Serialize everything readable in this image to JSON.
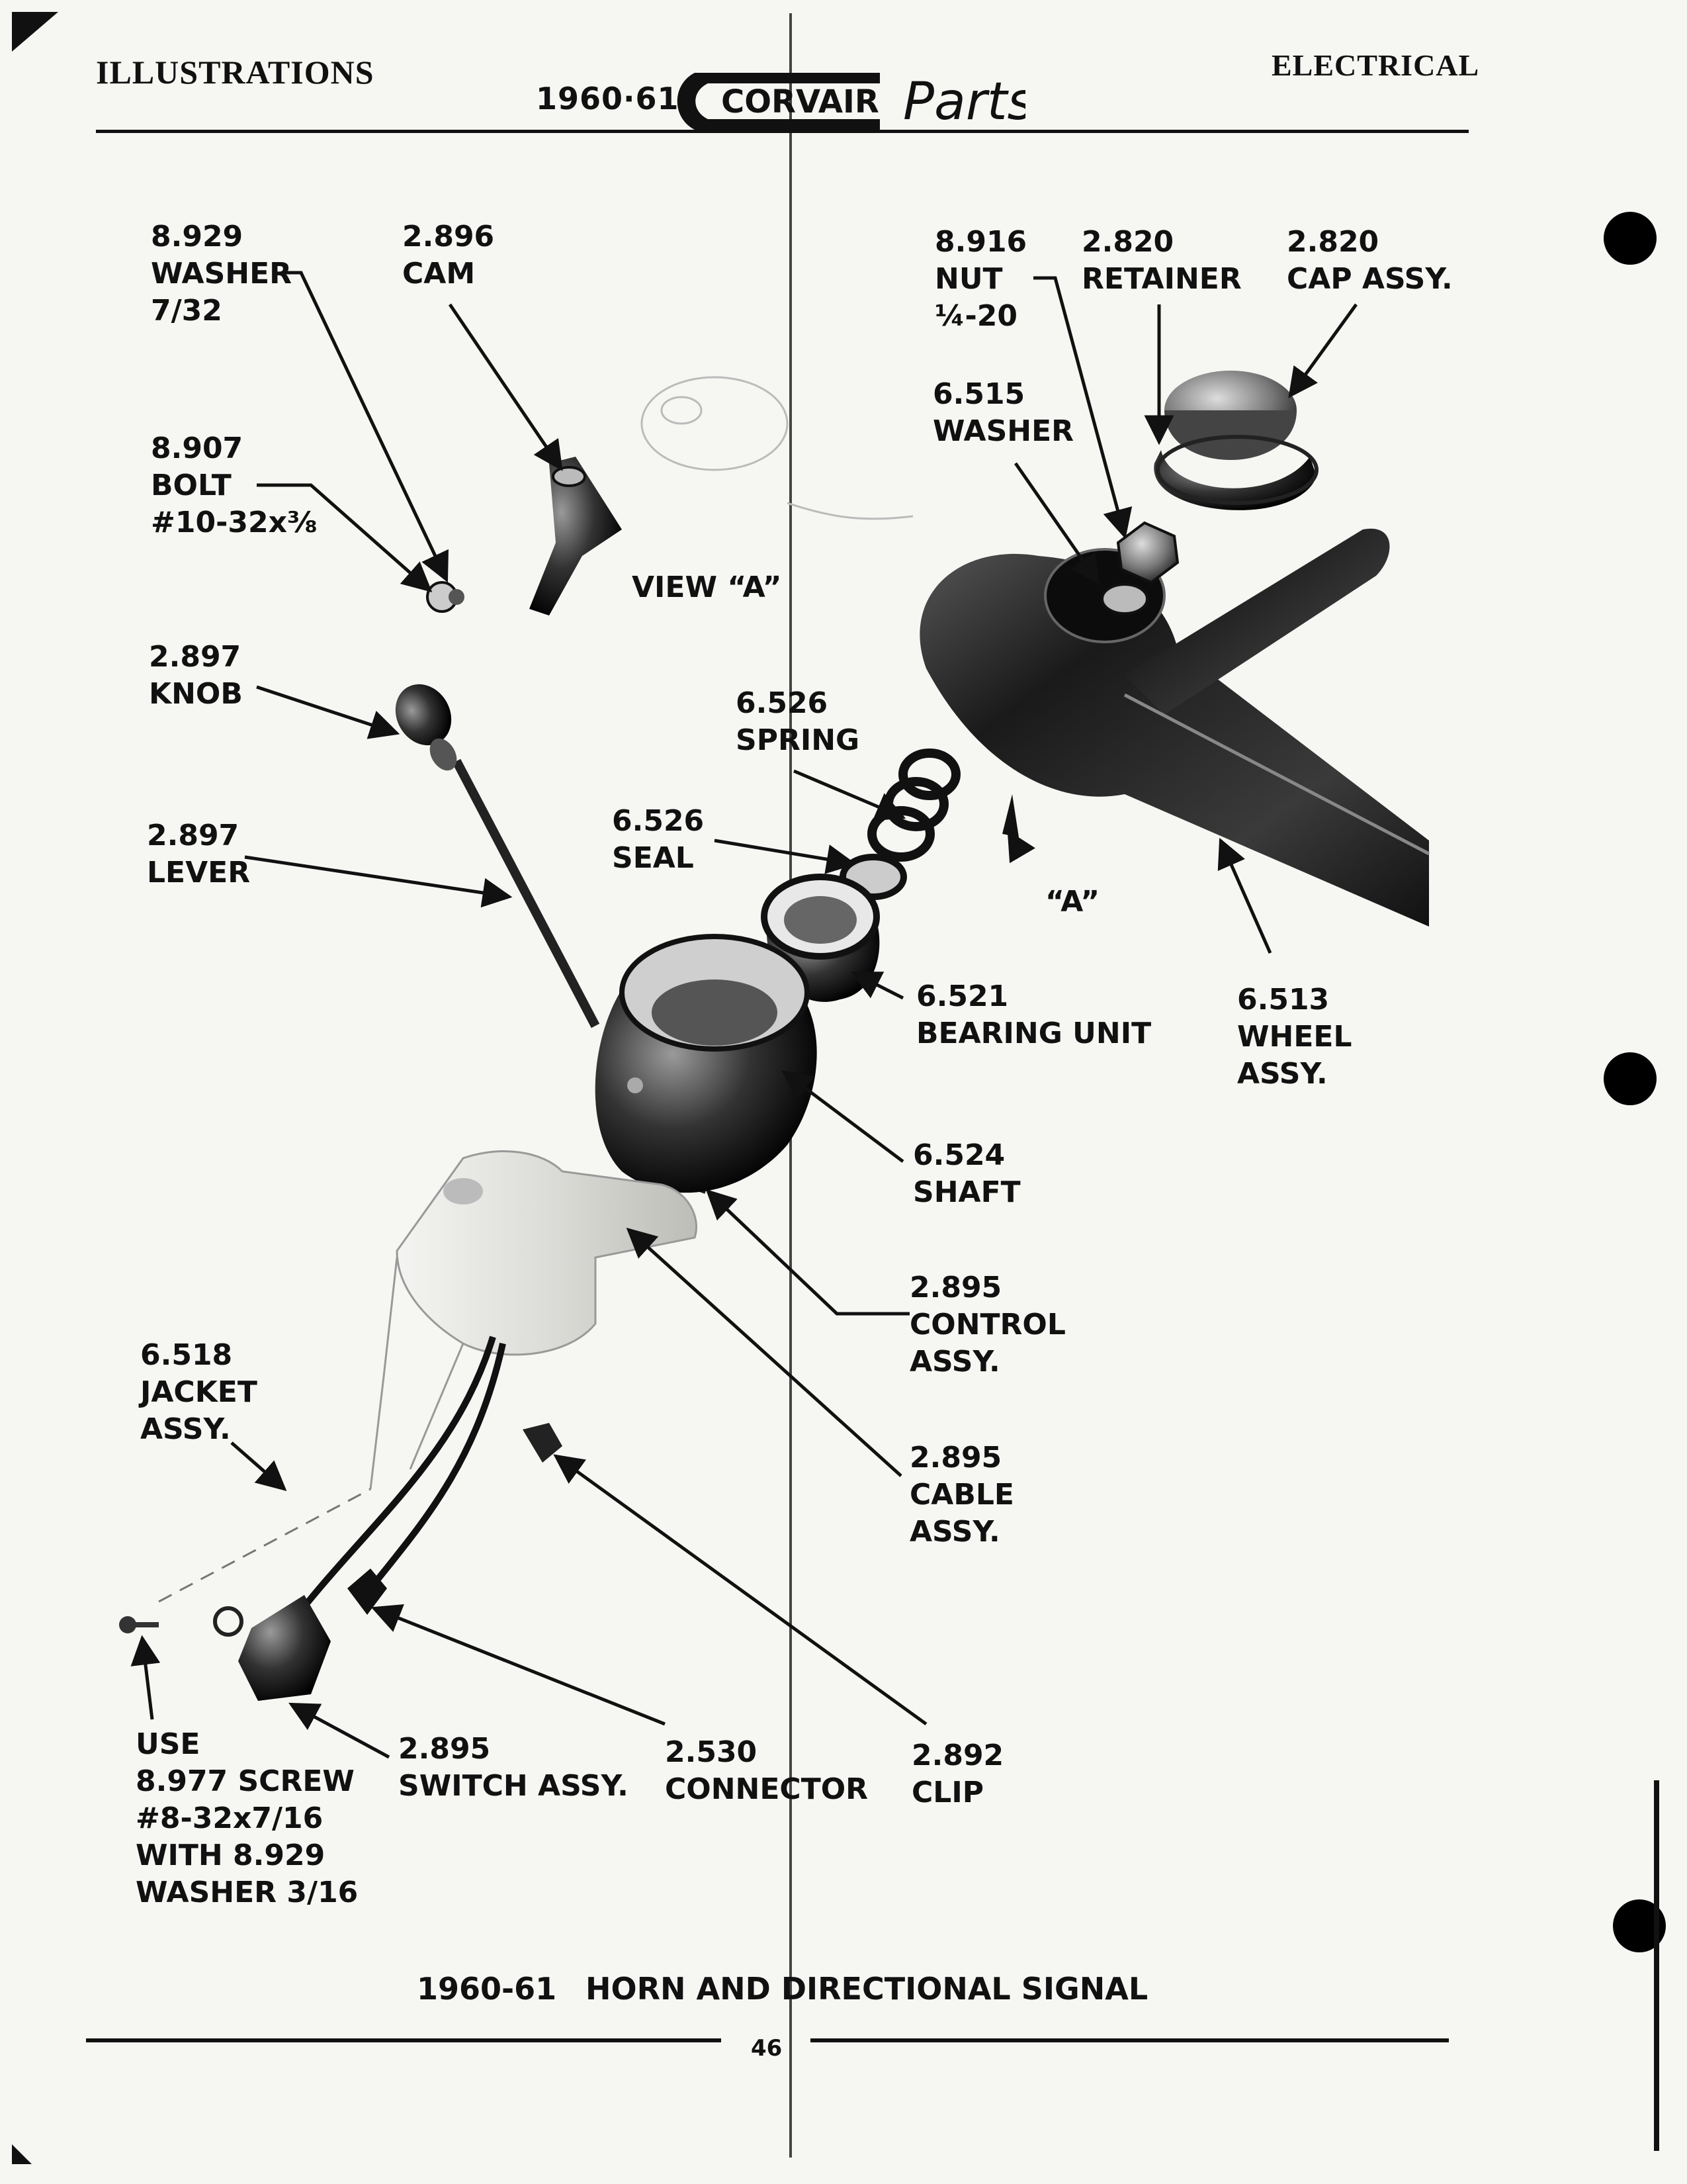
{
  "header": {
    "left": "ILLUSTRATIONS",
    "year": "1960·61",
    "brand": "CORVAIR",
    "brand_script": "Parts",
    "right": "ELECTRICAL"
  },
  "view_a": "VIEW “A”",
  "marker_a": "“A”",
  "parts": [
    {
      "lines": [
        "8.929",
        "WASHER",
        "7/32"
      ]
    },
    {
      "lines": [
        "2.896",
        "CAM"
      ]
    },
    {
      "lines": [
        "8.907",
        "BOLT",
        "#10-32x⅜"
      ]
    },
    {
      "lines": [
        "2.897",
        "KNOB"
      ]
    },
    {
      "lines": [
        "2.897",
        "LEVER"
      ]
    },
    {
      "lines": [
        "8.916",
        "NUT",
        "¼-20"
      ]
    },
    {
      "lines": [
        "2.820",
        "RETAINER"
      ]
    },
    {
      "lines": [
        "2.820",
        "CAP ASSY."
      ]
    },
    {
      "lines": [
        "6.515",
        "WASHER"
      ]
    },
    {
      "lines": [
        "6.526",
        "SPRING"
      ]
    },
    {
      "lines": [
        "6.526",
        "SEAL"
      ]
    },
    {
      "lines": [
        "6.521",
        "BEARING UNIT"
      ]
    },
    {
      "lines": [
        "6.513",
        "WHEEL",
        "ASSY."
      ]
    },
    {
      "lines": [
        "6.524",
        "SHAFT"
      ]
    },
    {
      "lines": [
        "2.895",
        "CONTROL",
        "ASSY."
      ]
    },
    {
      "lines": [
        "6.518",
        "JACKET",
        "ASSY."
      ]
    },
    {
      "lines": [
        "2.895",
        "CABLE",
        "ASSY."
      ]
    },
    {
      "lines": [
        "USE",
        "8.977 SCREW",
        "#8-32x7/16",
        "WITH 8.929",
        "WASHER 3/16"
      ]
    },
    {
      "lines": [
        "2.895",
        "SWITCH ASSY."
      ]
    },
    {
      "lines": [
        "2.530",
        "CONNECTOR"
      ]
    },
    {
      "lines": [
        "2.892",
        "CLIP"
      ]
    }
  ],
  "caption": {
    "year": "1960-61",
    "title": "HORN AND DIRECTIONAL SIGNAL"
  },
  "page_number": "46"
}
